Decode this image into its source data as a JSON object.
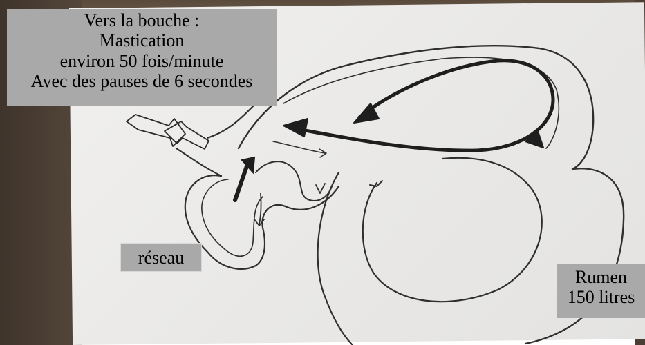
{
  "labels": {
    "bouche": {
      "lines": [
        "Vers la bouche :",
        "Mastication",
        "environ 50 fois/minute",
        "Avec des pauses de 6 secondes"
      ]
    },
    "reseau": "réseau",
    "rumen": {
      "lines": [
        "Rumen",
        "150 litres"
      ]
    }
  },
  "colors": {
    "label_background": "#a9a9a9",
    "pencil": "#2b2b2b",
    "paper": "#ecebe9"
  }
}
